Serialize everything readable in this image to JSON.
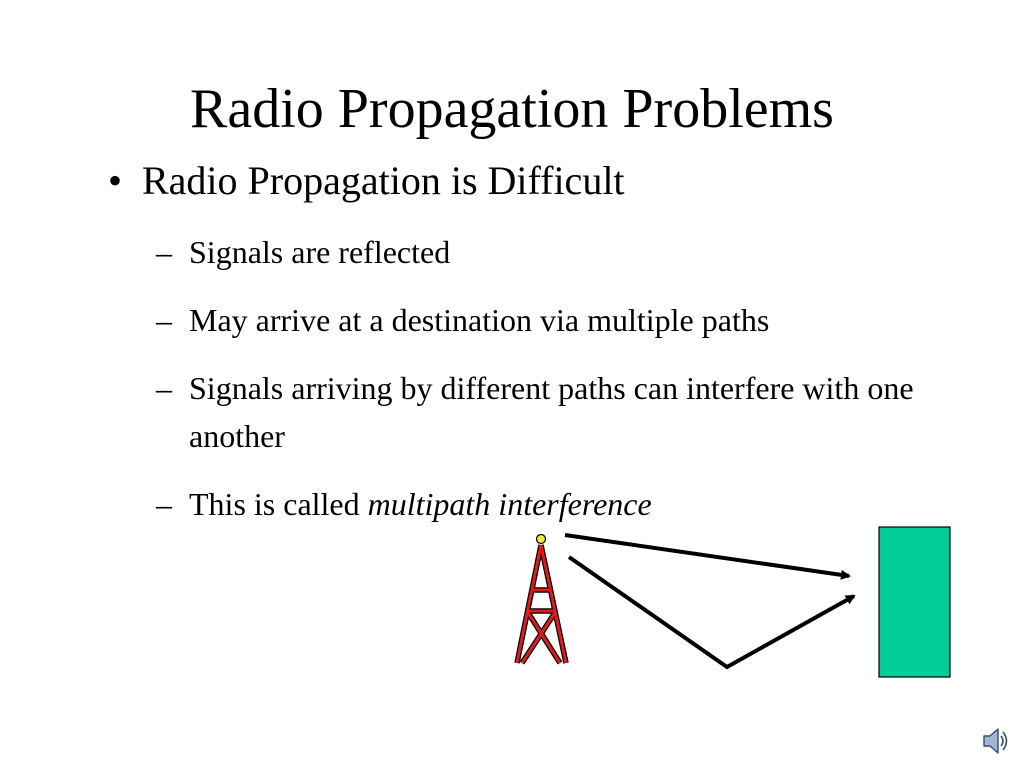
{
  "slide": {
    "title": "Radio Propagation Problems",
    "bullet": {
      "marker": "•",
      "text": "Radio Propagation is Difficult"
    },
    "sub_bullets": [
      {
        "marker": "–",
        "text": "Signals are reflected"
      },
      {
        "marker": "–",
        "text": "May arrive at a destination via multiple paths"
      },
      {
        "marker": "–",
        "text": "Signals arriving by different paths can interfere with one another"
      },
      {
        "marker": "–",
        "text": "This is called ",
        "emphasis": "multipath interference"
      }
    ]
  },
  "diagram": {
    "tower_color": "#e01b1b",
    "tower_tip_color": "#f2e84a",
    "receiver_color": "#00cc99",
    "path_color": "#000000"
  },
  "icons": {
    "speaker": "speaker-icon"
  }
}
